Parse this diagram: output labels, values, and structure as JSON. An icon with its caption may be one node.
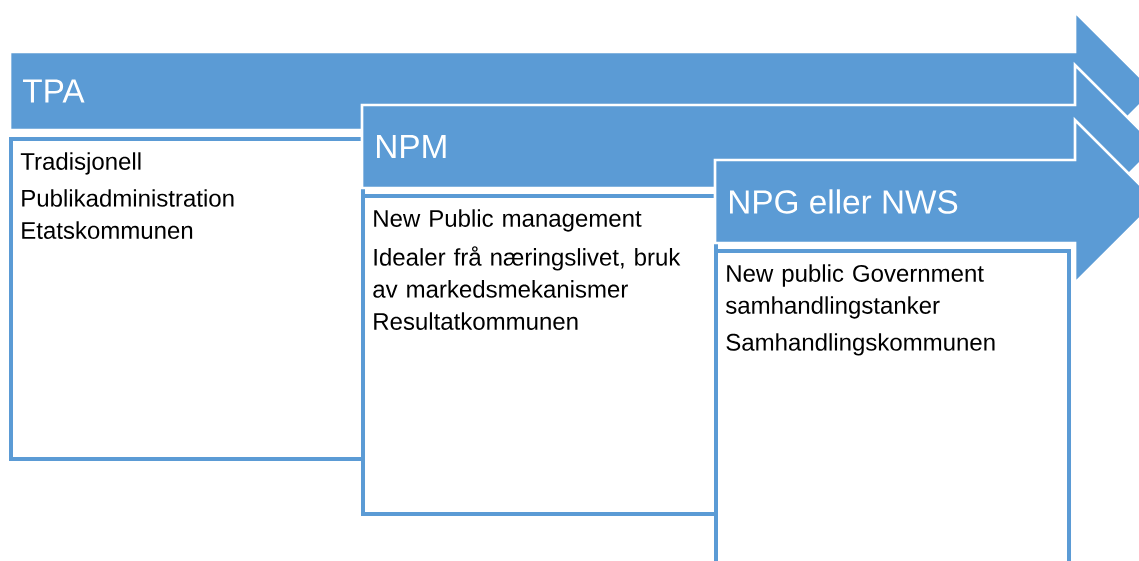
{
  "diagram": {
    "nodes": [
      {
        "text": [
          "TPA"
        ]
      },
      {
        "text": [
          "Tradisjonell",
          "Publikadministration",
          "Etatskommunen"
        ]
      },
      {
        "text": [
          "NPM"
        ]
      },
      {
        "text": [
          "New Public management",
          "Idealer frå næringslivet, bruk av markedsmekanismer",
          "Resultatkommunen"
        ]
      },
      {
        "text": [
          "NPG eller NWS"
        ]
      },
      {
        "text": [
          "New public Government samhandlingstanker",
          "Samhandlingskommunen"
        ]
      }
    ]
  }
}
